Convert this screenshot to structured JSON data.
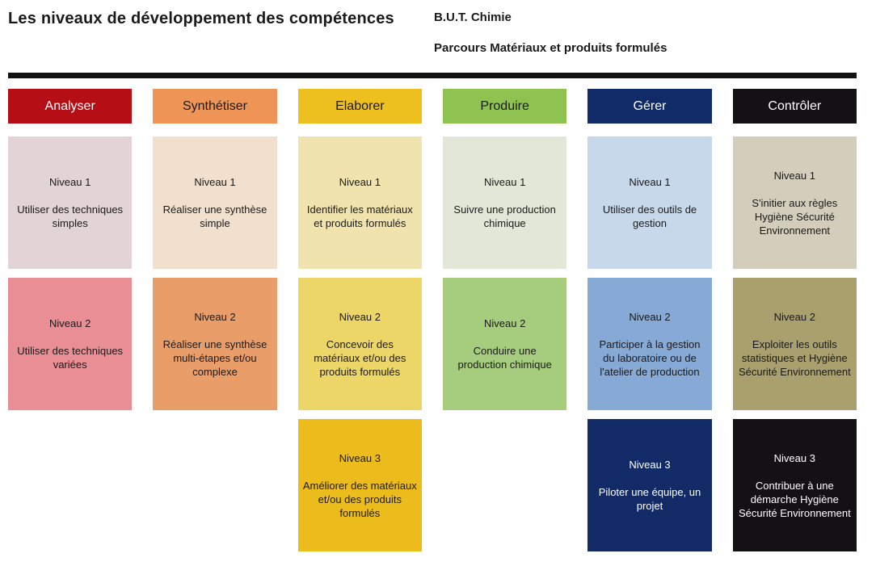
{
  "page": {
    "title": "Les niveaux de développement des compétences",
    "program": "B.U.T. Chimie",
    "track": "Parcours Matériaux et produits formulés"
  },
  "divider_color": "#111111",
  "columns": [
    {
      "key": "analyser",
      "label": "Analyser",
      "header_bg": "#b50f15",
      "header_fg": "#ffffff",
      "levels": [
        {
          "row": 1,
          "title": "Niveau 1",
          "description": "Utiliser des techniques simples",
          "bg": "#e2d3d7",
          "fg": "#1a1a1a"
        },
        {
          "row": 2,
          "title": "Niveau 2",
          "description": "Utiliser des techniques variées",
          "bg": "#ea8e96",
          "fg": "#1a1a1a"
        }
      ]
    },
    {
      "key": "synthetiser",
      "label": "Synthétiser",
      "header_bg": "#ee9457",
      "header_fg": "#1a1a1a",
      "levels": [
        {
          "row": 1,
          "title": "Niveau 1",
          "description": "Réaliser une synthèse simple",
          "bg": "#f0e0cd",
          "fg": "#1a1a1a"
        },
        {
          "row": 2,
          "title": "Niveau 2",
          "description": "Réaliser une synthèse multi-étapes et/ou complexe",
          "bg": "#e99d69",
          "fg": "#1a1a1a"
        }
      ]
    },
    {
      "key": "elaborer",
      "label": "Elaborer",
      "header_bg": "#edc01f",
      "header_fg": "#1a1a1a",
      "levels": [
        {
          "row": 1,
          "title": "Niveau 1",
          "description": "Identifier les matériaux et produits formulés",
          "bg": "#f0e3ae",
          "fg": "#1a1a1a"
        },
        {
          "row": 2,
          "title": "Niveau 2",
          "description": "Concevoir des matériaux et/ou des produits formulés",
          "bg": "#ecd667",
          "fg": "#1a1a1a"
        },
        {
          "row": 3,
          "title": "Niveau 3",
          "description": "Améliorer des matériaux et/ou des produits formulés",
          "bg": "#ecbc1d",
          "fg": "#1a1a1a"
        }
      ]
    },
    {
      "key": "produire",
      "label": "Produire",
      "header_bg": "#8ec351",
      "header_fg": "#1a1a1a",
      "levels": [
        {
          "row": 1,
          "title": "Niveau 1",
          "description": "Suivre une production chimique",
          "bg": "#e3e7d7",
          "fg": "#1a1a1a"
        },
        {
          "row": 2,
          "title": "Niveau 2",
          "description": "Conduire une production chimique",
          "bg": "#a6cd7e",
          "fg": "#1a1a1a"
        }
      ]
    },
    {
      "key": "gerer",
      "label": "Gérer",
      "header_bg": "#112a68",
      "header_fg": "#ffffff",
      "levels": [
        {
          "row": 1,
          "title": "Niveau 1",
          "description": "Utiliser des outils de gestion",
          "bg": "#c7d8eb",
          "fg": "#1a1a1a"
        },
        {
          "row": 2,
          "title": "Niveau 2",
          "description": "Participer à la gestion du laboratoire ou de l'atelier de production",
          "bg": "#86a9d6",
          "fg": "#1a1a1a"
        },
        {
          "row": 3,
          "title": "Niveau 3",
          "description": "Piloter une équipe, un projet",
          "bg": "#122b66",
          "fg": "#ffffff"
        }
      ]
    },
    {
      "key": "controler",
      "label": "Contrôler",
      "header_bg": "#131113",
      "header_fg": "#ffffff",
      "levels": [
        {
          "row": 1,
          "title": "Niveau 1",
          "description": "S'initier aux règles Hygiène Sécurité Environnement",
          "bg": "#d3cdbb",
          "fg": "#1a1a1a"
        },
        {
          "row": 2,
          "title": "Niveau 2",
          "description": "Exploiter les outils statistiques et Hygiène Sécurité Environnement",
          "bg": "#a9a06e",
          "fg": "#1a1a1a"
        },
        {
          "row": 3,
          "title": "Niveau 3",
          "description": "Contribuer à une démarche Hygiène Sécurité Environnement",
          "bg": "#131113",
          "fg": "#ffffff"
        }
      ]
    }
  ]
}
